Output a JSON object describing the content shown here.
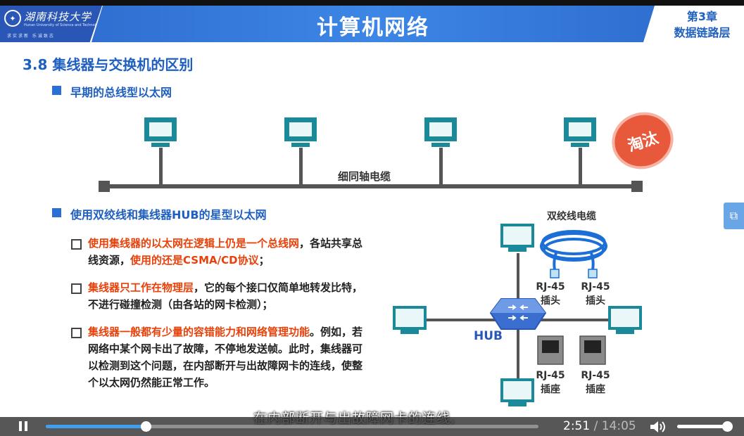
{
  "header": {
    "school_name": "湖南科技大学",
    "school_en": "Hunan University of Science and Technology",
    "motto": "求实求新 乐诚致志",
    "course_title": "计算机网络",
    "chapter_line1": "第3章",
    "chapter_line2": "数据链路层"
  },
  "slide": {
    "section_title": "3.8 集线器与交换机的区别",
    "bus_section": {
      "heading": "早期的总线型以太网",
      "cable_label": "细同轴电缆",
      "stamp": "淘汰",
      "pc_count": 4
    },
    "star_section": {
      "heading": "使用双绞线和集线器HUB的星型以太网",
      "items": [
        {
          "red": "使用集线器的以太网在逻辑上仍是一个总线网",
          "black1": "，各站共享总线资源，",
          "red2": "使用的还是CSMA/CD协议",
          "black2": "；"
        },
        {
          "red": "集线器只工作在物理层",
          "black1": "，它的每个接口仅简单地转发比特，不进行碰撞检测（由各站的网卡检测）；",
          "red2": "",
          "black2": ""
        },
        {
          "red": "集线器一般都有少量的容错能力和网络管理功能",
          "black1": "。例如，若网络中某个网卡出了故障，不停地发送帧。此时，集线器可以检测到这个问题，在内部断开与出故障网卡的连线，使整个以太网仍然能正常工作。",
          "red2": "",
          "black2": ""
        }
      ],
      "hub_label": "HUB",
      "twisted_pair_label": "双绞线电缆",
      "rj45_plug_label_1": "RJ-45",
      "rj45_plug_label_2": "插头",
      "rj45_jack_label_1": "RJ-45",
      "rj45_jack_label_2": "插座"
    }
  },
  "player": {
    "subtitle": "在内部断开与出故障网卡的连线,",
    "current_time": "2:51",
    "separator": " / ",
    "duration": "14:05",
    "progress_fraction": 0.2024,
    "volume_fraction": 0.95,
    "icons": [
      "pause-icon",
      "volume-icon",
      "side-panel-icon"
    ],
    "accent_color": "#3fa0f0"
  }
}
